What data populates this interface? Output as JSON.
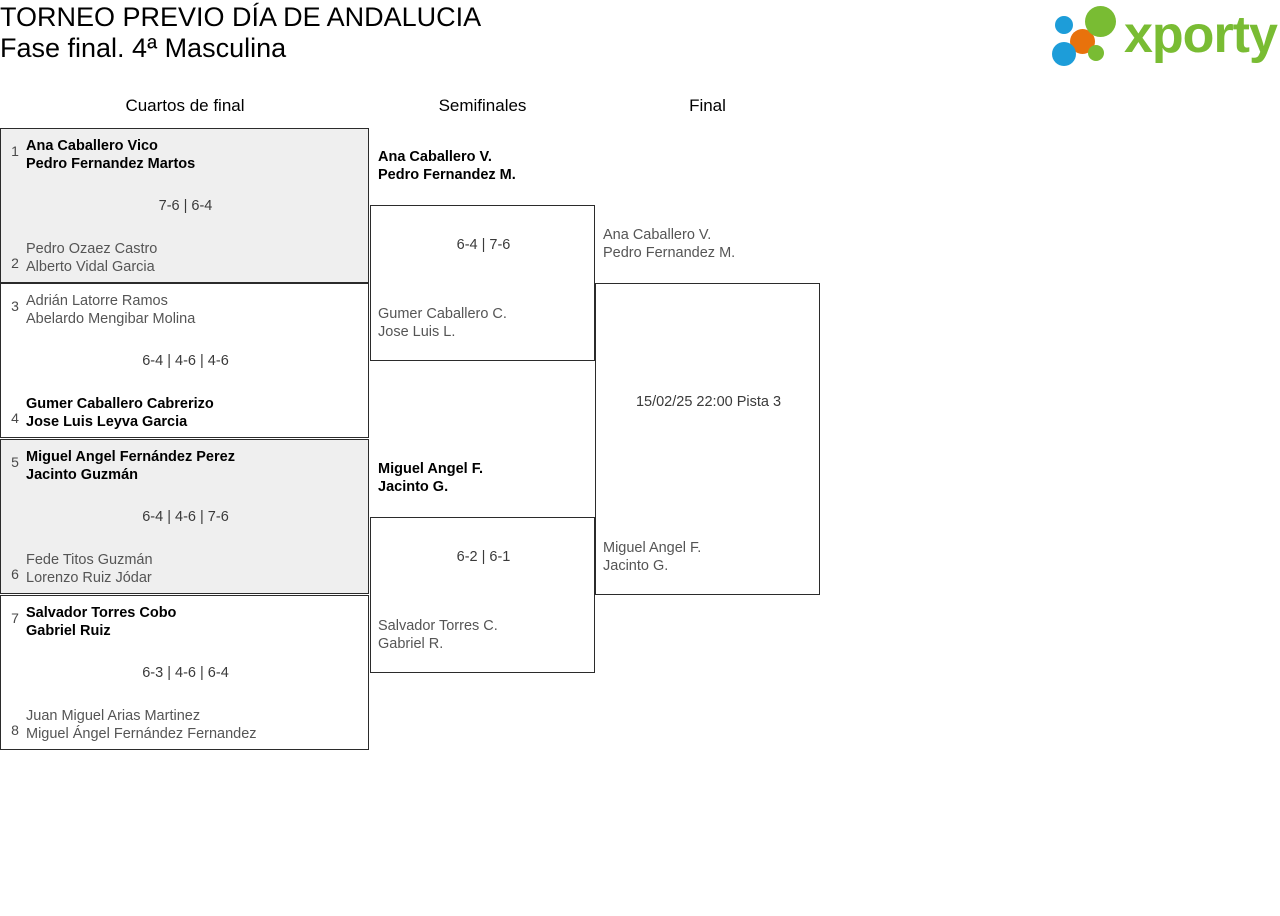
{
  "header": {
    "title_line1": "TORNEO PREVIO DÍA DE ANDALUCIA",
    "title_line2": "Fase final. 4ª Masculina",
    "logo_wordmark": "xporty"
  },
  "rounds": [
    {
      "id": "quarterfinals",
      "label": "Cuartos de final"
    },
    {
      "id": "semifinals",
      "label": "Semifinales"
    },
    {
      "id": "final",
      "label": "Final"
    }
  ],
  "quarterfinals": [
    {
      "top": {
        "seed": "1",
        "player1": "Ana Caballero Vico",
        "player2": "Pedro Fernandez Martos",
        "result": "winner"
      },
      "bottom": {
        "seed": "2",
        "player1": "Pedro Ozaez Castro",
        "player2": "Alberto Vidal Garcia",
        "result": "loser"
      },
      "score": "7-6 | 6-4",
      "shaded": true
    },
    {
      "top": {
        "seed": "3",
        "player1": "Adrián Latorre Ramos",
        "player2": "Abelardo Mengibar Molina",
        "result": "loser"
      },
      "bottom": {
        "seed": "4",
        "player1": "Gumer Caballero Cabrerizo",
        "player2": "Jose Luis Leyva Garcia",
        "result": "winner"
      },
      "score": "6-4 | 4-6 | 4-6",
      "shaded": false
    },
    {
      "top": {
        "seed": "5",
        "player1": "Miguel Angel Fernández Perez",
        "player2": "Jacinto Guzmán",
        "result": "winner"
      },
      "bottom": {
        "seed": "6",
        "player1": "Fede Titos Guzmán",
        "player2": "Lorenzo Ruiz Jódar",
        "result": "loser"
      },
      "score": "6-4 | 4-6 | 7-6",
      "shaded": true
    },
    {
      "top": {
        "seed": "7",
        "player1": "Salvador Torres Cobo",
        "player2": "Gabriel Ruiz",
        "result": "winner"
      },
      "bottom": {
        "seed": "8",
        "player1": "Juan Miguel Arias Martinez",
        "player2": "Miguel Ángel Fernández Fernandez",
        "result": "loser"
      },
      "score": "6-3 | 4-6 | 6-4",
      "shaded": false
    }
  ],
  "semifinals": [
    {
      "top": {
        "player1": "Ana Caballero V.",
        "player2": "Pedro Fernandez M.",
        "result": "winner"
      },
      "bottom": {
        "player1": "Gumer Caballero C.",
        "player2": "Jose Luis L.",
        "result": "loser"
      },
      "score": "6-4 | 7-6"
    },
    {
      "top": {
        "player1": "Miguel Angel F.",
        "player2": "Jacinto G.",
        "result": "winner"
      },
      "bottom": {
        "player1": "Salvador Torres C.",
        "player2": "Gabriel R.",
        "result": "loser"
      },
      "score": "6-2 | 6-1"
    }
  ],
  "final": {
    "top": {
      "player1": "Ana Caballero V.",
      "player2": "Pedro Fernandez M.",
      "result": "pending"
    },
    "bottom": {
      "player1": "Miguel Angel F.",
      "player2": "Jacinto G.",
      "result": "pending"
    },
    "schedule": "15/02/25 22:00 Pista 3"
  },
  "colors": {
    "logo_green": "#79bc33",
    "logo_blue": "#1d9dd9",
    "logo_orange": "#e8720c",
    "shaded_row": "#efefef",
    "border": "#2b2b2b",
    "loser_text": "#555555"
  }
}
